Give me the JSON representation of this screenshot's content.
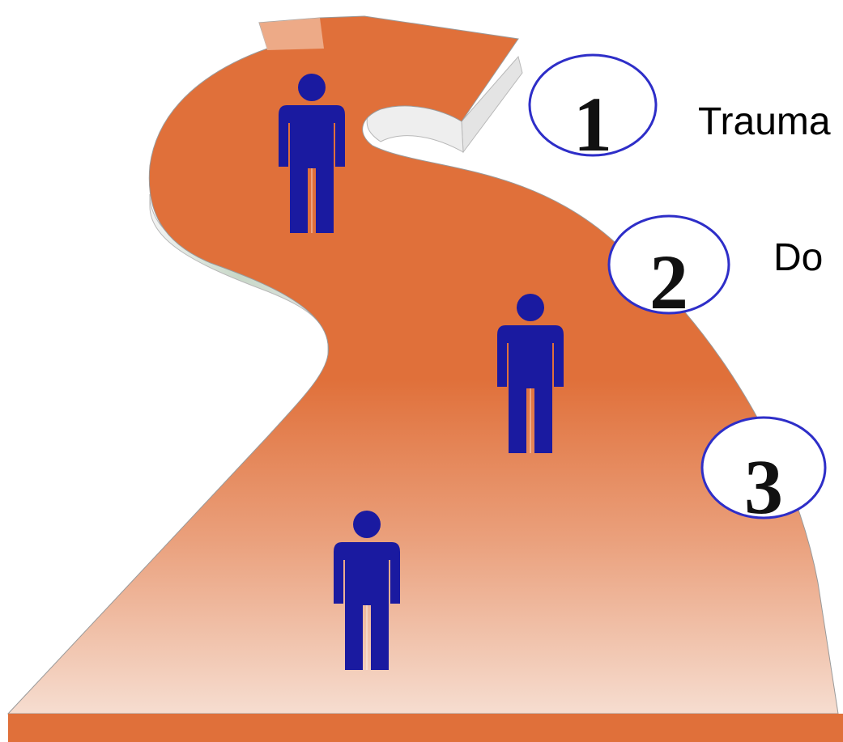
{
  "colors": {
    "road": "#e0703a",
    "road_light": "#f3d2c2",
    "road_edge": "#d0d0d0",
    "figure": "#1a1aa0",
    "ring": "#2e2ec8"
  },
  "icons": {
    "figure": "person-icon",
    "road": "winding-road-arrow"
  },
  "steps": [
    {
      "number": "1",
      "label": "Trauma"
    },
    {
      "number": "2",
      "label": "Do"
    },
    {
      "number": "3",
      "label": ""
    }
  ]
}
